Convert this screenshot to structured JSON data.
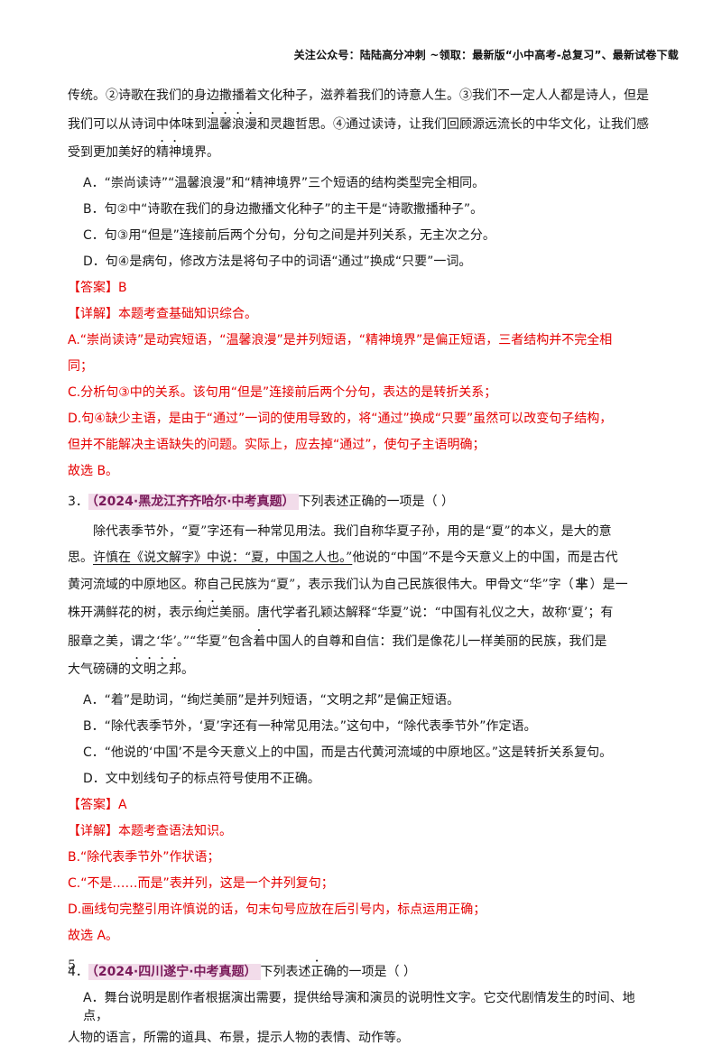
{
  "header": "关注公众号：陆陆高分冲刺 ~领取：最新版“小中高考-总复习”、最新试卷下载",
  "q2": {
    "passage": [
      {
        "t": "传统。②诗歌在我们的身边撒播着文化种子，滋养着我们的诗意人生。③我们不一定人人都是诗人，但是"
      },
      {
        "t1": "我们可以从诗词中体味到",
        "dot": "温馨浪漫",
        "t2": "和灵趣哲思。④通过读诗，让我们回顾源远流长的中华文化，让我们感"
      },
      {
        "t1": "受到更加美好的",
        "dot": "精神",
        "t2": "境界。"
      }
    ],
    "options": [
      "A．“崇尚读诗”“温馨浪漫”和“精神境界”三个短语的结构类型完全相同。",
      "B．句②中“诗歌在我们的身边撒播文化种子”的主干是“诗歌撒播种子”。",
      "C．句③用“但是”连接前后两个分句，分句之间是并列关系，无主次之分。",
      "D．句④是病句，修改方法是将句子中的词语“通过”换成“只要”一词。"
    ],
    "answer": "【答案】B",
    "detail_title": "【详解】本题考查基础知识综合。",
    "detail": [
      "A.“崇尚读诗”是动宾短语，“温馨浪漫”是并列短语，“精神境界”是偏正短语，三者结构并不完全相",
      "同；",
      "C.分析句③中的关系。该句用“但是”连接前后两个分句，表达的是转折关系；",
      "D.句④缺少主语，是由于“通过”一词的使用导致的，将“通过”换成“只要”虽然可以改变句子结构，",
      "但并不能解决主语缺失的问题。实际上，应去掉“通过”，使句子主语明确；",
      "故选 B。"
    ]
  },
  "q3": {
    "number": "3．",
    "tag": "（2024·黑龙江齐齐哈尔·中考真题）",
    "stem": "下列表述正确的一项是（    ）",
    "passage": {
      "p1": "除代表季节外，“夏”字还有一种常见用法。我们自称华夏子孙，用的是“夏”的本义，是大的意",
      "p2a": "思。",
      "p2u": "许慎在《说文解字》中说：“夏，中国之人也。”",
      "p2b": "他说的“中国”不是今天意义上的中国，而是古代",
      "p3": "黄河流域的中原地区。称自己民族为“夏”，表示我们认为自己民族很伟大。甲骨文“华”字（",
      "glyph": "芈",
      "p3b": "）是一",
      "p4a": "株开满鲜花的树，表示",
      "p4dot": "绚烂",
      "p4b": "美丽。唐代学者孔颖达解释“华夏”说：“中国有礼仪之大，故称‘夏’；有",
      "p5a": "服章之美，谓之‘华’。”“华夏”包含",
      "p5dot": "着",
      "p5b": "中国人的自尊和自信：我们是像花儿一样美丽的民族，我们是",
      "p6a": "大气磅礴的",
      "p6dot": "文明之邦",
      "p6b": "。"
    },
    "options": [
      "A．“着”是助词，“绚烂美丽”是并列短语，“文明之邦”是偏正短语。",
      "B．“除代表季节外，‘夏’字还有一种常见用法。”这句中，“除代表季节外”作定语。",
      "C．“他说的‘中国’不是今天意义上的中国，而是古代黄河流域的中原地区。”这是转折关系复句。",
      "D．文中划线句子的标点符号使用不正确。"
    ],
    "answer": "【答案】A",
    "detail_title": "【详解】本题考查语法知识。",
    "detail": [
      "B.“除代表季节外”作状语；",
      "C.“不是……而是”表并列，这是一个并列复句；",
      "D.画线句完整引用许慎说的话，句末句号应放在后引号内，标点运用正确；",
      "故选 A。"
    ]
  },
  "q4": {
    "number": "4．",
    "tag": "（2024·四川遂宁·中考真题）",
    "stem_a": "下列表述",
    "stem_dot": "正",
    "stem_b": "确的一项是（    ）",
    "optA": [
      "A．舞台说明是剧作者根据演出需要，提供给导演和演员的说明性文字。它交代剧情发生的时间、地点，",
      "人物的语言，所需的道具、布景，提示人物的表情、动作等。"
    ]
  },
  "page_number": "5"
}
